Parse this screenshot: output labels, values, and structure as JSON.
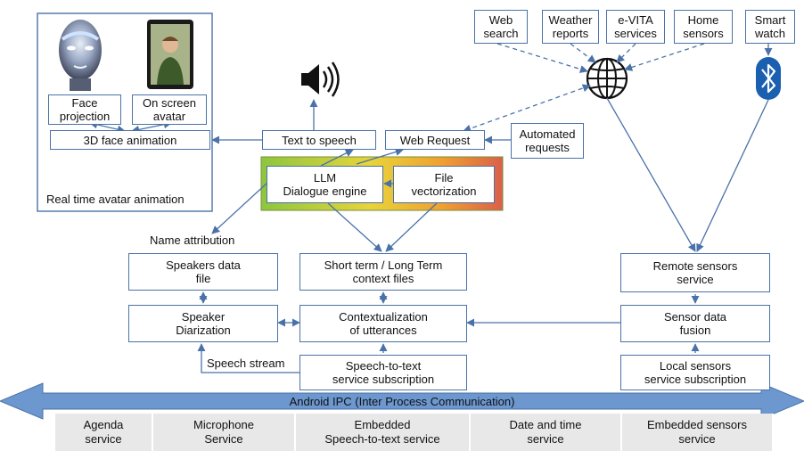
{
  "avatar_panel": {
    "title": "Real time avatar animation",
    "face_projection": "Face\nprojection",
    "on_screen_avatar": "On screen\navatar",
    "face_animation": "3D face animation"
  },
  "sources": {
    "web_search": "Web\nsearch",
    "weather_reports": "Weather\nreports",
    "evita_services": "e-VITA\nservices",
    "home_sensors": "Home\nsensors",
    "smart_watch": "Smart\nwatch"
  },
  "processing": {
    "text_to_speech": "Text to speech",
    "web_request": "Web Request",
    "automated_requests": "Automated\nrequests",
    "llm_engine": "LLM\nDialogue engine",
    "file_vectorization": "File\nvectorization",
    "name_attribution": "Name attribution",
    "speakers_data_file": "Speakers data\nfile",
    "context_files": "Short term / Long Term\ncontext files",
    "speaker_diarization": "Speaker\nDiarization",
    "contextualization": "Contextualization\nof utterances",
    "speech_stream": "Speech stream",
    "stt_subscription": "Speech-to-text\nservice subscription",
    "remote_sensors": "Remote sensors\nservice",
    "sensor_fusion": "Sensor data\nfusion",
    "local_sensors": "Local sensors\nservice subscription"
  },
  "ipc_label": "Android IPC (Inter Process Communication)",
  "services": [
    "Agenda\nservice",
    "Microphone\nService",
    "Embedded\nSpeech-to-text service",
    "Date and time\nservice",
    "Embedded sensors\nservice"
  ],
  "icons": [
    "speaker-icon",
    "globe-icon",
    "bluetooth-icon",
    "robot-head-icon",
    "tablet-avatar-icon"
  ],
  "colors": {
    "box_border": "#4a72a8",
    "arrow": "#4a72a8",
    "ipc_fill": "#6d97cf",
    "bluetooth": "#1b5fb0"
  }
}
